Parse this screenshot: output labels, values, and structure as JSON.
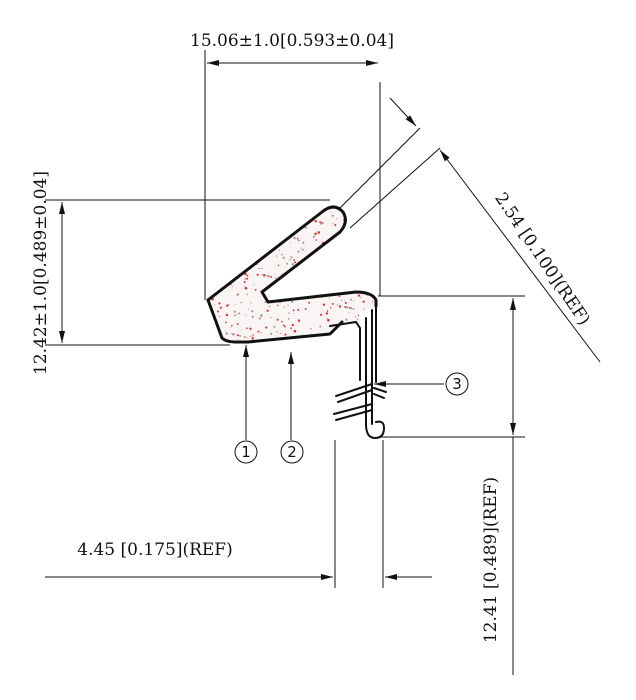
{
  "dimensions": {
    "width": "15.06±1.0[0.593±0.04]",
    "height": "12.42±1.0[0.489±0.04]",
    "thickness": "2.54 [0.100](REF)",
    "clip_width": "4.45 [0.175](REF)",
    "clip_height": "12.41 [0.489](REF)"
  },
  "callouts": [
    "1",
    "2",
    "3"
  ],
  "colors": {
    "line": "#111111",
    "foam_speckle": "#d9302a",
    "foam_grey": "#9a9a9a",
    "background": "#ffffff"
  }
}
